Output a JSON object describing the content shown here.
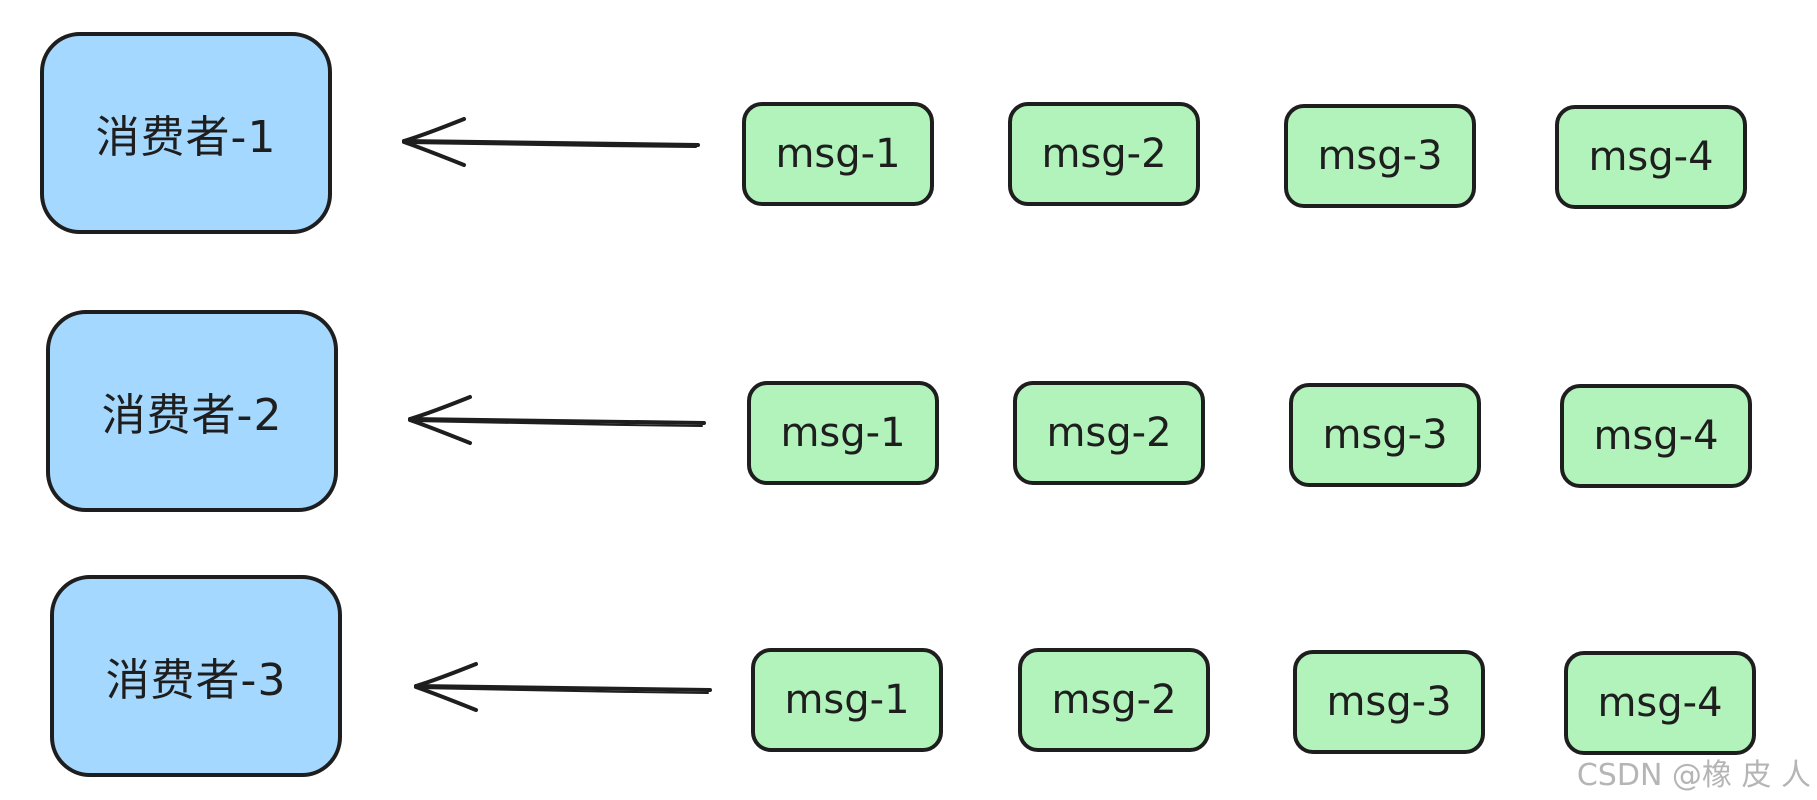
{
  "colors": {
    "consumer_fill": "#a5d8ff",
    "message_fill": "#b2f2bb",
    "stroke": "#1e1e1e"
  },
  "rows": [
    {
      "consumer": "消费者-1",
      "messages": [
        "msg-1",
        "msg-2",
        "msg-3",
        "msg-4"
      ]
    },
    {
      "consumer": "消费者-2",
      "messages": [
        "msg-1",
        "msg-2",
        "msg-3",
        "msg-4"
      ]
    },
    {
      "consumer": "消费者-3",
      "messages": [
        "msg-1",
        "msg-2",
        "msg-3",
        "msg-4"
      ]
    }
  ],
  "arrow_icon": "arrow-left-icon",
  "watermark": "CSDN @橡 皮 人"
}
